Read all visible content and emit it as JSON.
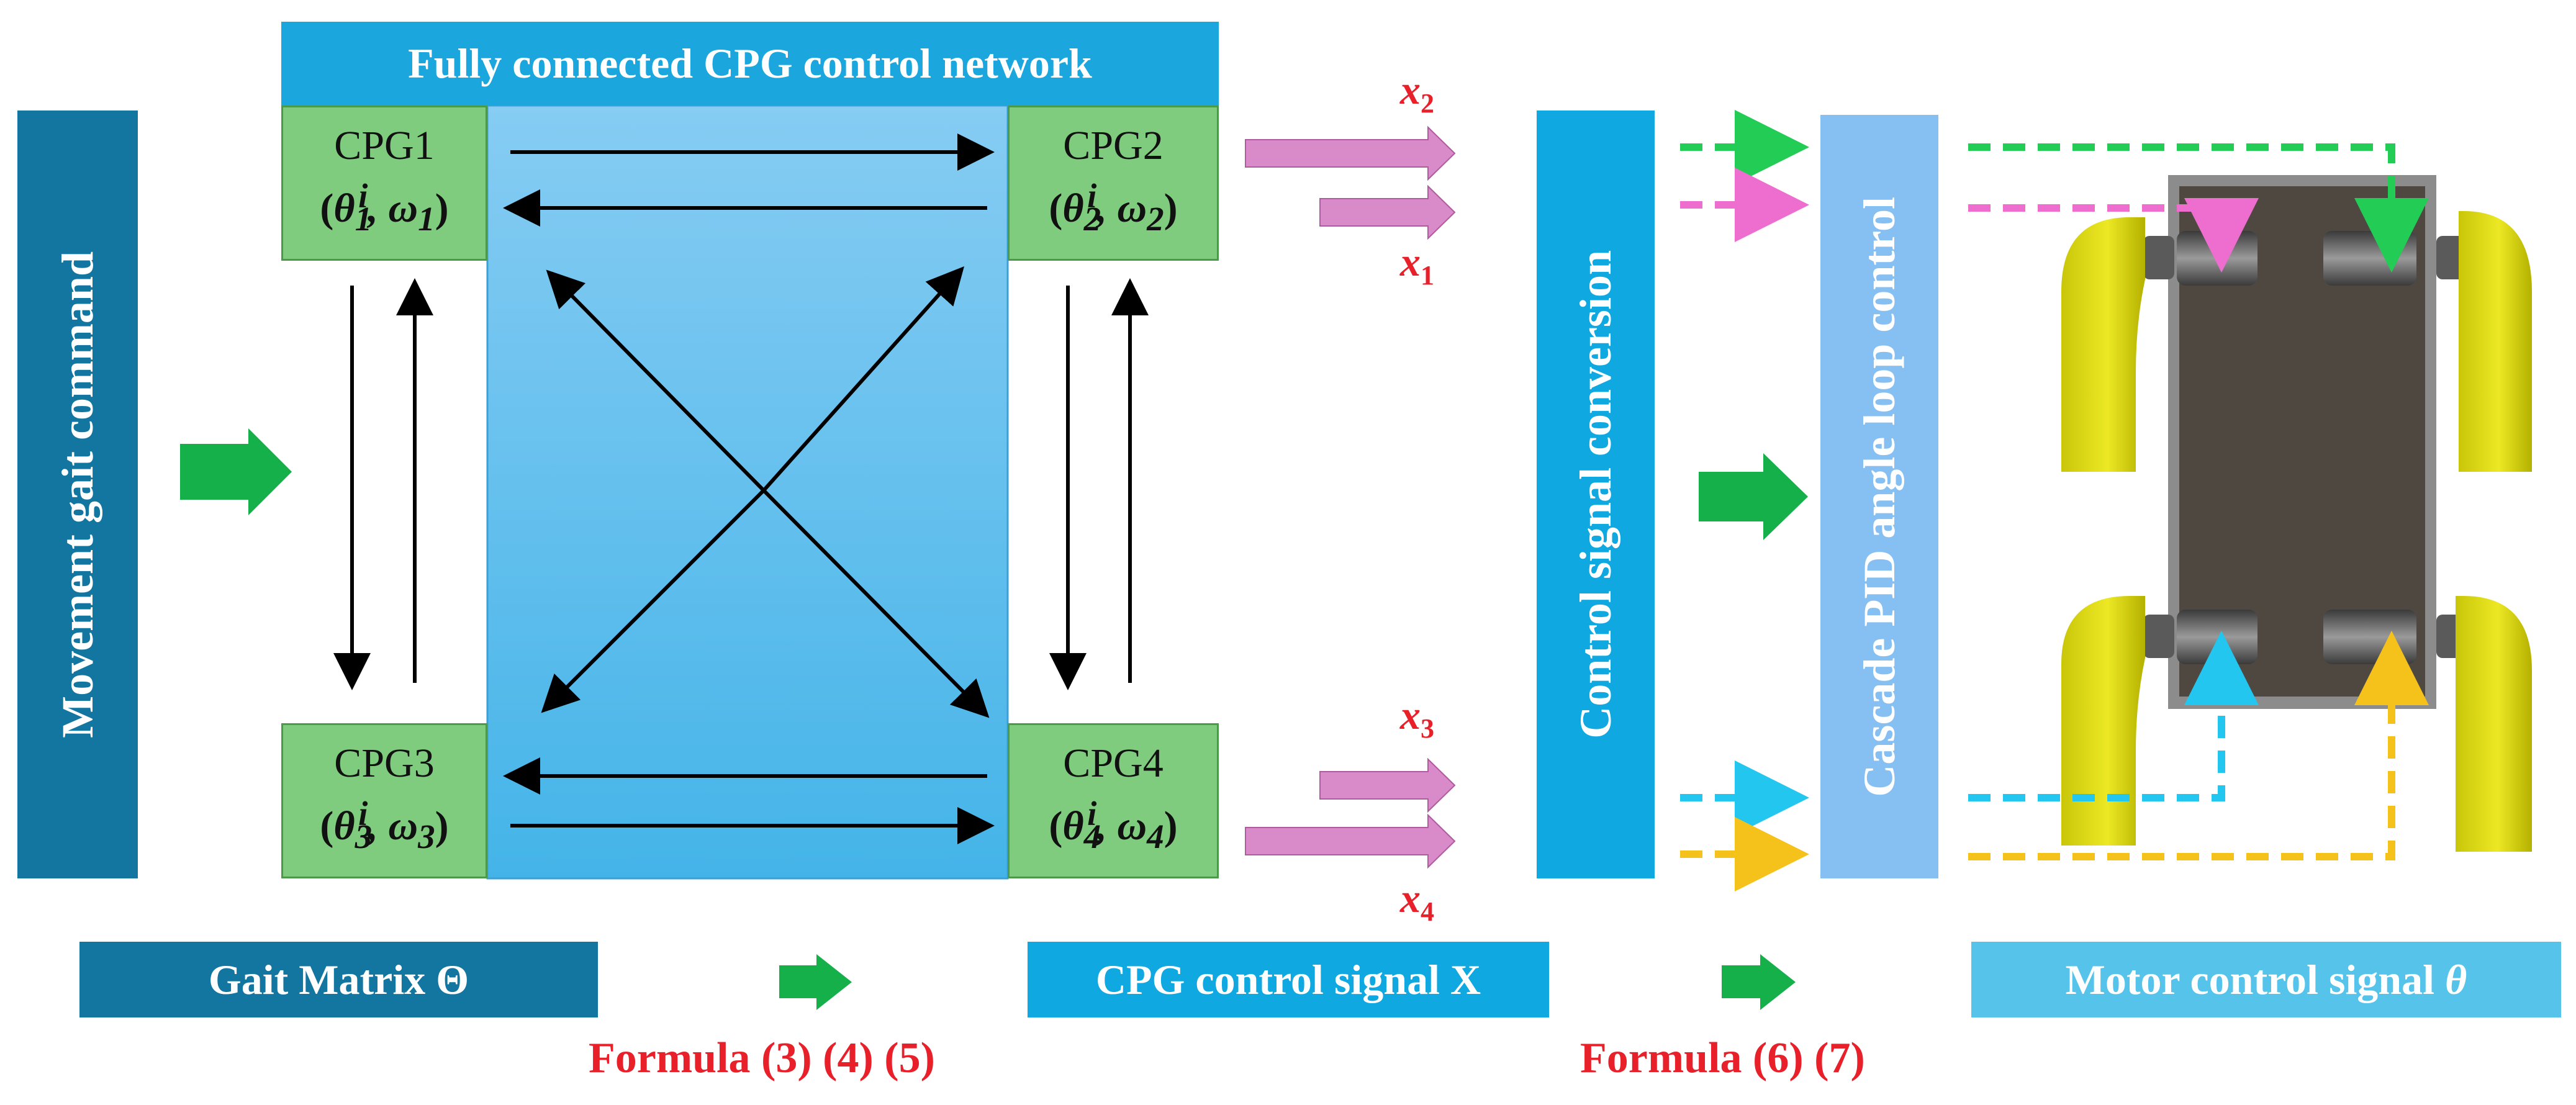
{
  "network_title": "Fully connected CPG control network",
  "gait_command": "Movement gait command",
  "cpg_nodes": [
    {
      "name": "CPG1",
      "theta_sub": "1",
      "omega_sub": "1"
    },
    {
      "name": "CPG2",
      "theta_sub": "2",
      "omega_sub": "2"
    },
    {
      "name": "CPG3",
      "theta_sub": "3",
      "omega_sub": "3"
    },
    {
      "name": "CPG4",
      "theta_sub": "4",
      "omega_sub": "4"
    }
  ],
  "param_symbols": {
    "theta": "θ",
    "superscript": "i",
    "omega": "ω",
    "comma": ", "
  },
  "outputs": [
    {
      "base": "x",
      "sub": "2"
    },
    {
      "base": "x",
      "sub": "1"
    },
    {
      "base": "x",
      "sub": "3"
    },
    {
      "base": "x",
      "sub": "4"
    }
  ],
  "conversion_label": "Control signal conversion",
  "pid_label": "Cascade PID angle loop control",
  "bottom_labels": {
    "gait_matrix": "Gait Matrix Θ",
    "cpg_signal": "CPG control signal X",
    "motor_signal_prefix": "Motor control signal ",
    "motor_signal_symbol": "θ"
  },
  "formulas": {
    "first": "Formula (3) (4) (5)",
    "second": "Formula (6) (7)"
  },
  "colors": {
    "dark_teal": "#1276a0",
    "title_blue": "#1ba6de",
    "network_light": "#86ccf3",
    "network_dark": "#44b4e8",
    "cpg_green": "#7fcc7f",
    "big_arrow_green": "#16b04a",
    "pink_arrow": "#d98ac8",
    "conversion_blue": "#10a8e0",
    "pid_blue": "#86bff2",
    "motor_label_blue": "#56c4ea",
    "red_text": "#e8202a",
    "signal_green": "#22cc55",
    "signal_pink": "#ee6ecf",
    "signal_cyan": "#22c6ee",
    "signal_yellow": "#f5c21c",
    "leg_yellow": "#d8d40a",
    "chassis": "#4e4841"
  }
}
